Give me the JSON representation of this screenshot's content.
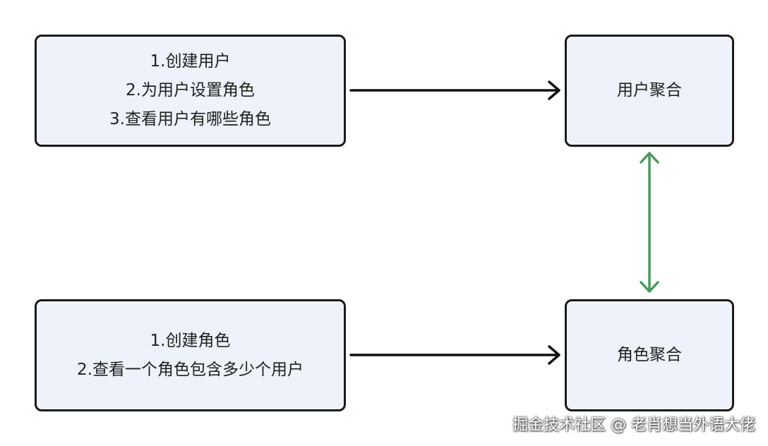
{
  "boxes": {
    "user_ops": {
      "lines": [
        "1.创建用户",
        "2.为用户设置角色",
        "3.查看用户有哪些角色"
      ]
    },
    "user_aggregate": {
      "label": "用户聚合"
    },
    "role_ops": {
      "lines": [
        "1.创建角色",
        "2.查看一个角色包含多少个用户"
      ]
    },
    "role_aggregate": {
      "label": "角色聚合"
    }
  },
  "colors": {
    "box_fill": "#eef2fa",
    "box_border": "#1a1a1a",
    "arrow_black": "#111111",
    "arrow_green": "#4a9a5c"
  },
  "watermark": "掘金技术社区 @ 老肖想当外语大佬"
}
